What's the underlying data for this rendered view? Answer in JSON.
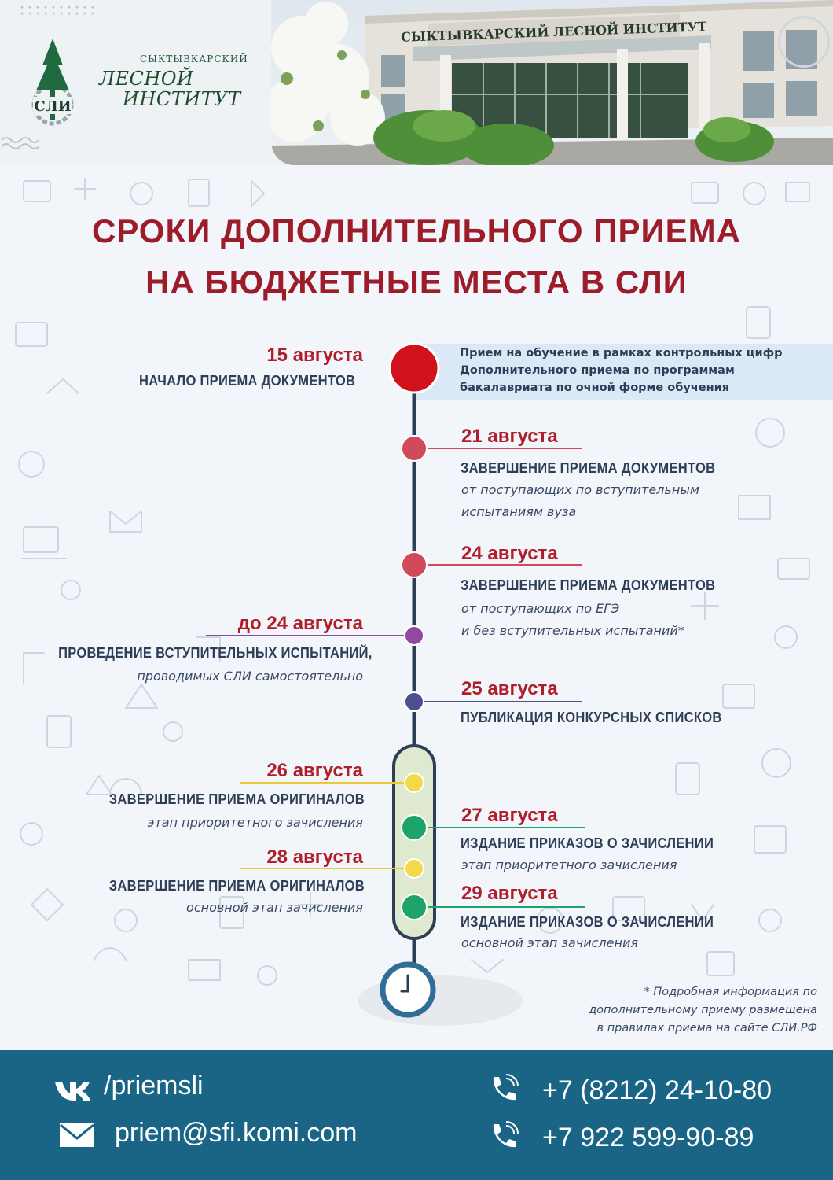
{
  "header": {
    "logo": {
      "emblem_text": "СЛИ",
      "line1": "СЫКТЫВКАРСКИЙ",
      "line2": "ЛЕСНОЙ",
      "line3": "ИНСТИТУТ"
    },
    "building_sign": "СЫКТЫВКАРСКИЙ ЛЕСНОЙ ИНСТИТУТ"
  },
  "title": {
    "line1": "СРОКИ ДОПОЛНИТЕЛЬНОГО ПРИЕМА",
    "line2": "НА БЮДЖЕТНЫЕ МЕСТА В СЛИ"
  },
  "info_box": {
    "lines": [
      "Прием на обучение в рамках контрольных цифр",
      "Дополнительного приема по программам",
      "бакалавриата по очной форме обучения"
    ]
  },
  "timeline": {
    "e1": {
      "date": "15 августа",
      "heading": "НАЧАЛО ПРИЕМА ДОКУМЕНТОВ",
      "color": "#d0121b"
    },
    "e2": {
      "date": "21 августа",
      "heading": "ЗАВЕРШЕНИЕ ПРИЕМА ДОКУМЕНТОВ",
      "sub1": "от поступающих по вступительным",
      "sub2": "испытаниям вуза",
      "color": "#d14a5c"
    },
    "e3": {
      "date": "24 августа",
      "heading": "ЗАВЕРШЕНИЕ ПРИЕМА ДОКУМЕНТОВ",
      "sub1": "от поступающих по ЕГЭ",
      "sub2": "и без вступительных испытаний*",
      "color": "#d14a5c"
    },
    "e4": {
      "date": "до 24 августа",
      "heading": "ПРОВЕДЕНИЕ ВСТУПИТЕЛЬНЫХ ИСПЫТАНИЙ,",
      "sub1": "проводимых СЛИ самостоятельно",
      "color": "#8e4a9e"
    },
    "e5": {
      "date": "25 августа",
      "heading": "ПУБЛИКАЦИЯ КОНКУРСНЫХ СПИСКОВ",
      "color": "#4d4f8f"
    },
    "e6": {
      "date": "26 августа",
      "heading": "ЗАВЕРШЕНИЕ ПРИЕМА ОРИГИНАЛОВ",
      "sub1": "этап приоритетного зачисления",
      "color": "#f1d94a"
    },
    "e7": {
      "date": "27 августа",
      "heading": "ИЗДАНИЕ ПРИКАЗОВ О ЗАЧИСЛЕНИИ",
      "sub1": "этап приоритетного зачисления",
      "color": "#1ea36a"
    },
    "e8": {
      "date": "28 августа",
      "heading": "ЗАВЕРШЕНИЕ ПРИЕМА ОРИГИНАЛОВ",
      "sub1": "основной этап зачисления",
      "color": "#f1d94a"
    },
    "e9": {
      "date": "29 августа",
      "heading": "ИЗДАНИЕ ПРИКАЗОВ О ЗАЧИСЛЕНИИ",
      "sub1": "основной этап зачисления",
      "color": "#1ea36a"
    }
  },
  "footnote": {
    "line1": "* Подробная информация по",
    "line2": "дополнительному приему размещена",
    "line3": "в правилах приема на сайте СЛИ.РФ"
  },
  "footer": {
    "vk": "/priemsli",
    "email": "priem@sfi.komi.com",
    "phone1": "+7 (8212) 24-10-80",
    "phone2": "+7 922 599-90-89"
  }
}
